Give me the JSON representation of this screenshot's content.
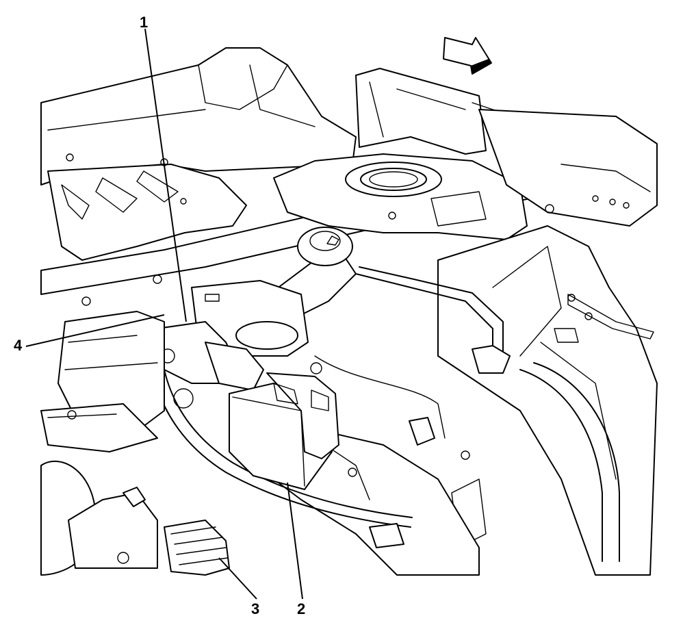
{
  "callouts": [
    {
      "id": "1",
      "label": "1"
    },
    {
      "id": "2",
      "label": "2"
    },
    {
      "id": "3",
      "label": "3"
    },
    {
      "id": "4",
      "label": "4"
    }
  ],
  "icons": {
    "direction_arrow": "forward-arrow-icon"
  }
}
